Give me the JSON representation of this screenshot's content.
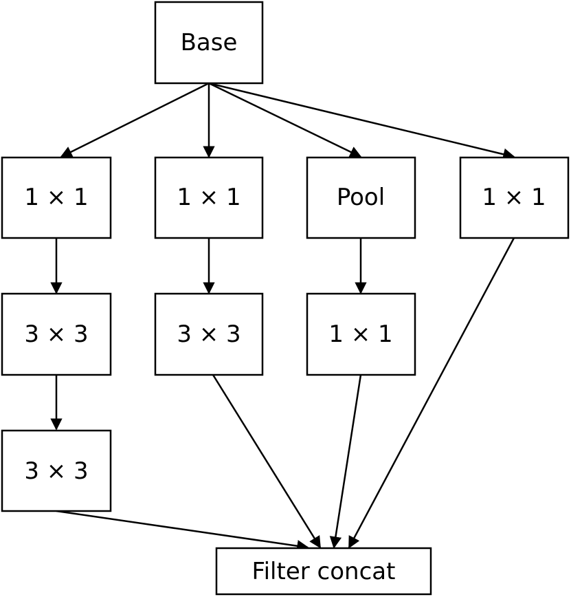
{
  "nodes": {
    "base": "Base",
    "b1_conv1": "1 × 1",
    "b1_conv3a": "3 × 3",
    "b1_conv3b": "3 × 3",
    "b2_conv1": "1 × 1",
    "b2_conv3": "3 × 3",
    "b3_pool": "Pool",
    "b3_conv1": "1 × 1",
    "b4_conv1": "1 × 1",
    "concat": "Filter concat"
  },
  "colors": {
    "stroke": "#000000",
    "fill": "#ffffff"
  }
}
